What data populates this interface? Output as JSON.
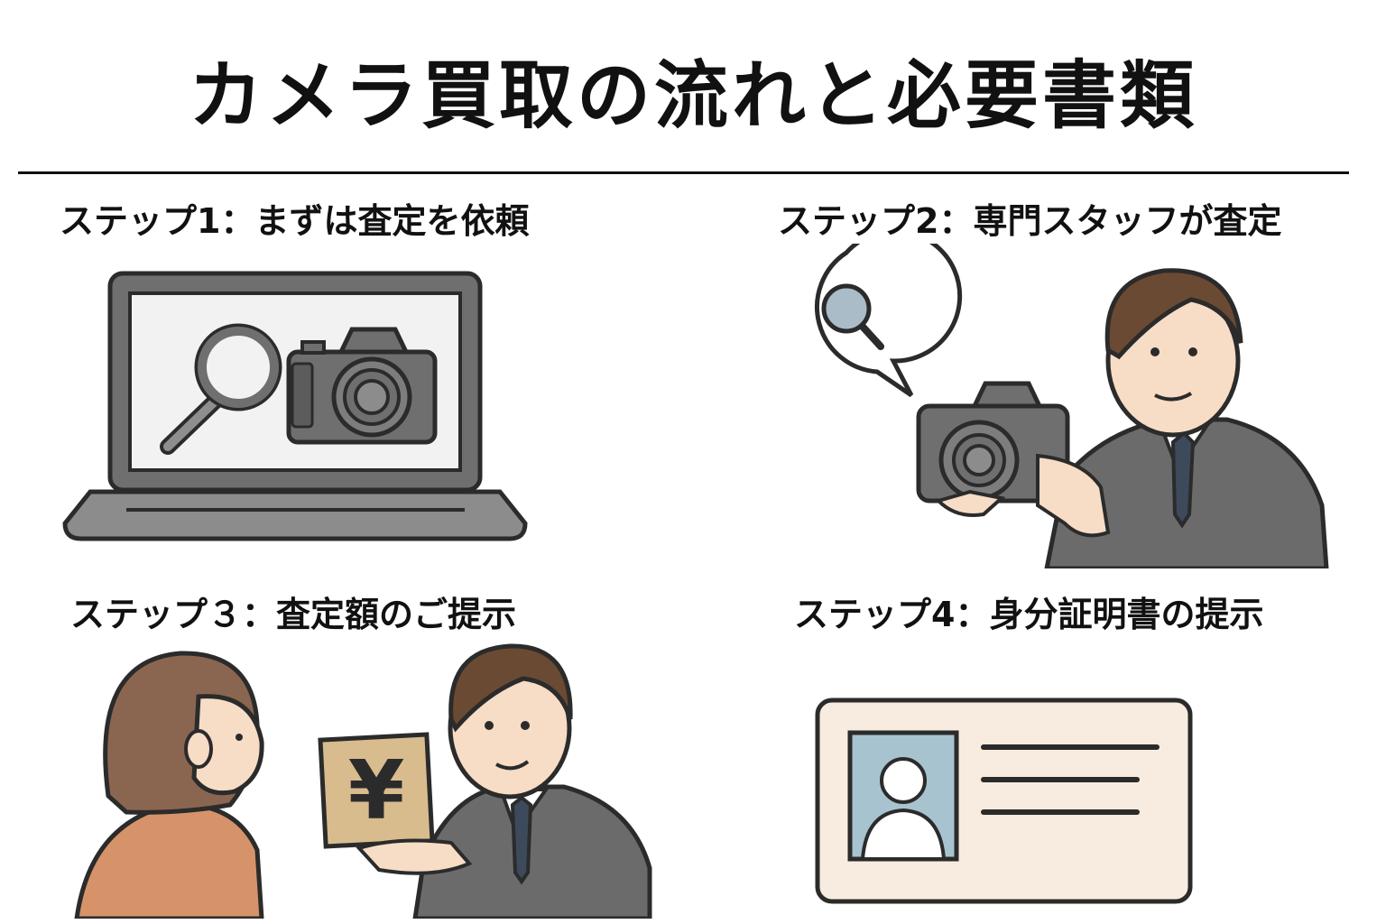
{
  "title": "カメラ買取の流れと必要書類",
  "steps": [
    {
      "label": "ステップ1：まずは査定を依頼",
      "illustration": "laptop-with-magnifier-and-camera"
    },
    {
      "label": "ステップ2：専門スタッフが査定",
      "illustration": "staff-inspecting-camera"
    },
    {
      "label": "ステップ３：査定額のご提示",
      "illustration": "staff-showing-yen-price-to-customer"
    },
    {
      "label": "ステップ4：身分証明書の提示",
      "illustration": "id-card"
    }
  ],
  "yen_symbol": "¥",
  "colors": {
    "outline": "#2b2b2b",
    "device_gray": "#6f6f6f",
    "screen": "#f2f2f2",
    "lens_blue": "#a9bcc8",
    "suit": "#6b6b6b",
    "tie": "#3d4a5c",
    "hair": "#6b4a33",
    "skin": "#f7dcc6",
    "customer_hair": "#8a6650",
    "customer_top": "#d6936a",
    "yen_card": "#d8bc8e",
    "id_card": "#f7ecdf",
    "id_photo": "#a8c3d0"
  }
}
